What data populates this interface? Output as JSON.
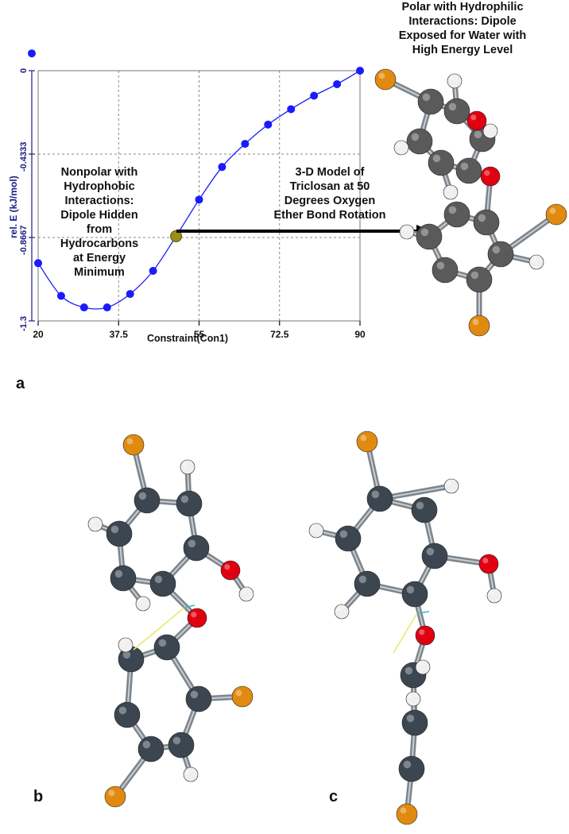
{
  "panels": {
    "a": "a",
    "b": "b",
    "c": "c"
  },
  "annotations": {
    "top_right": [
      "Polar with Hydrophilic",
      "Interactions: Dipole",
      "Exposed for Water with",
      "High Energy Level"
    ],
    "left": [
      "Nonpolar with",
      "Hydrophobic",
      "Interactions:",
      "Dipole Hidden",
      "from",
      "Hydrocarbons",
      "at Energy",
      "Minimum"
    ],
    "center": [
      "3-D Model of",
      "Triclosan at 50",
      "Degrees Oxygen",
      "Ether Bond Rotation"
    ]
  },
  "colors": {
    "series": "#1a1aff",
    "highlight": "#9a8d1a",
    "carbon": "#3b4650",
    "carbon_a": "#5a5a5a",
    "oxygen": "#e00010",
    "chlorine": "#e08a10",
    "hydrogen": "#f0f0f0",
    "axis": "#1a1a80"
  },
  "chart_data": {
    "type": "line",
    "xlabel": "Constraint(Con1)",
    "ylabel": "rel. E (kJ/mol)",
    "xlim": [
      20,
      90
    ],
    "ylim": [
      -1.3,
      0
    ],
    "xticks": [
      "20",
      "37.5",
      "55",
      "72.5",
      "90"
    ],
    "yticks": [
      "0",
      "-0.4333",
      "-0.8667",
      "-1.3"
    ],
    "grid": true,
    "series": [
      {
        "x": [
          20,
          25,
          30,
          35,
          40,
          45,
          50,
          55,
          60,
          65,
          70,
          75,
          80,
          85,
          90
        ],
        "values": [
          -1.0,
          -1.17,
          -1.23,
          -1.23,
          -1.16,
          -1.04,
          -0.86,
          -0.67,
          -0.5,
          -0.38,
          -0.28,
          -0.2,
          -0.13,
          -0.07,
          0.0
        ]
      }
    ],
    "highlight_point": {
      "x": 50,
      "value": -0.86
    },
    "outlier_point": {
      "x": 20,
      "value": 0.09
    }
  }
}
